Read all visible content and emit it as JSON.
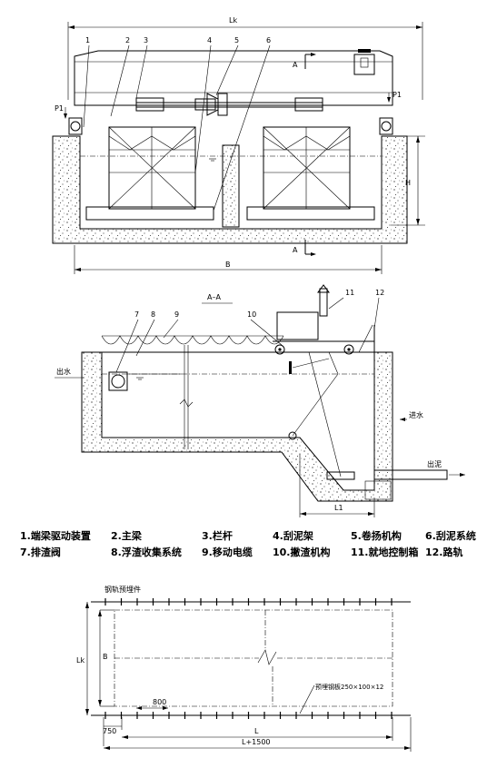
{
  "top_view": {
    "dim_lk": "Lk",
    "dim_b": "B",
    "dim_h": "H",
    "load_left": "P1",
    "load_right": "P1",
    "section_mark_top": "A",
    "section_mark_bottom": "A",
    "callouts": [
      "1",
      "2",
      "3",
      "4",
      "5",
      "6"
    ]
  },
  "section_view": {
    "title": "A–A",
    "callouts": [
      "7",
      "8",
      "9",
      "10",
      "11",
      "12"
    ],
    "outlet_water": "出水",
    "inlet_water": "进水",
    "outlet_sludge": "出泥",
    "dim_l1": "L1"
  },
  "legend": {
    "rows": [
      [
        "1.端梁驱动装置",
        "2.主梁",
        "3.栏杆",
        "4.刮泥架",
        "5.卷扬机构",
        "6.刮泥系统"
      ],
      [
        "7.排渣阀",
        "8.浮渣收集系统",
        "9.移动电缆",
        "10.撇渣机构",
        "11.就地控制箱",
        "12.路轨"
      ]
    ]
  },
  "plan_view": {
    "rail_embed_label": "钢轨预埋件",
    "steel_plate_label": "预埋钢板250×100×12",
    "dim_lk": "Lk",
    "dim_b": "B",
    "dim_800": "800",
    "dim_750": "750",
    "dim_l": "L",
    "dim_l_plus": "L+1500"
  }
}
